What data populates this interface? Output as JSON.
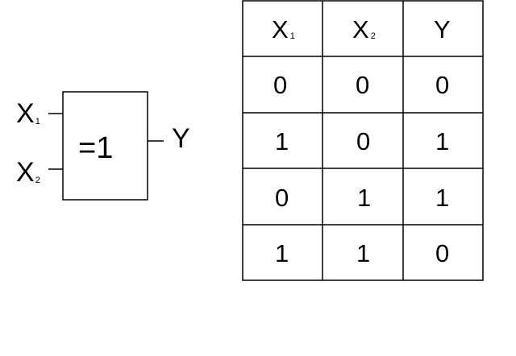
{
  "gate": {
    "symbol": "=1",
    "input1": {
      "letter": "X",
      "sub": "1"
    },
    "input2": {
      "letter": "X",
      "sub": "2"
    },
    "output": "Y"
  },
  "table": {
    "headers": [
      {
        "letter": "X",
        "sub": "1"
      },
      {
        "letter": "X",
        "sub": "2"
      },
      {
        "letter": "Y",
        "sub": ""
      }
    ],
    "rows": [
      [
        "0",
        "0",
        "0"
      ],
      [
        "1",
        "0",
        "1"
      ],
      [
        "0",
        "1",
        "1"
      ],
      [
        "1",
        "1",
        "0"
      ]
    ]
  }
}
